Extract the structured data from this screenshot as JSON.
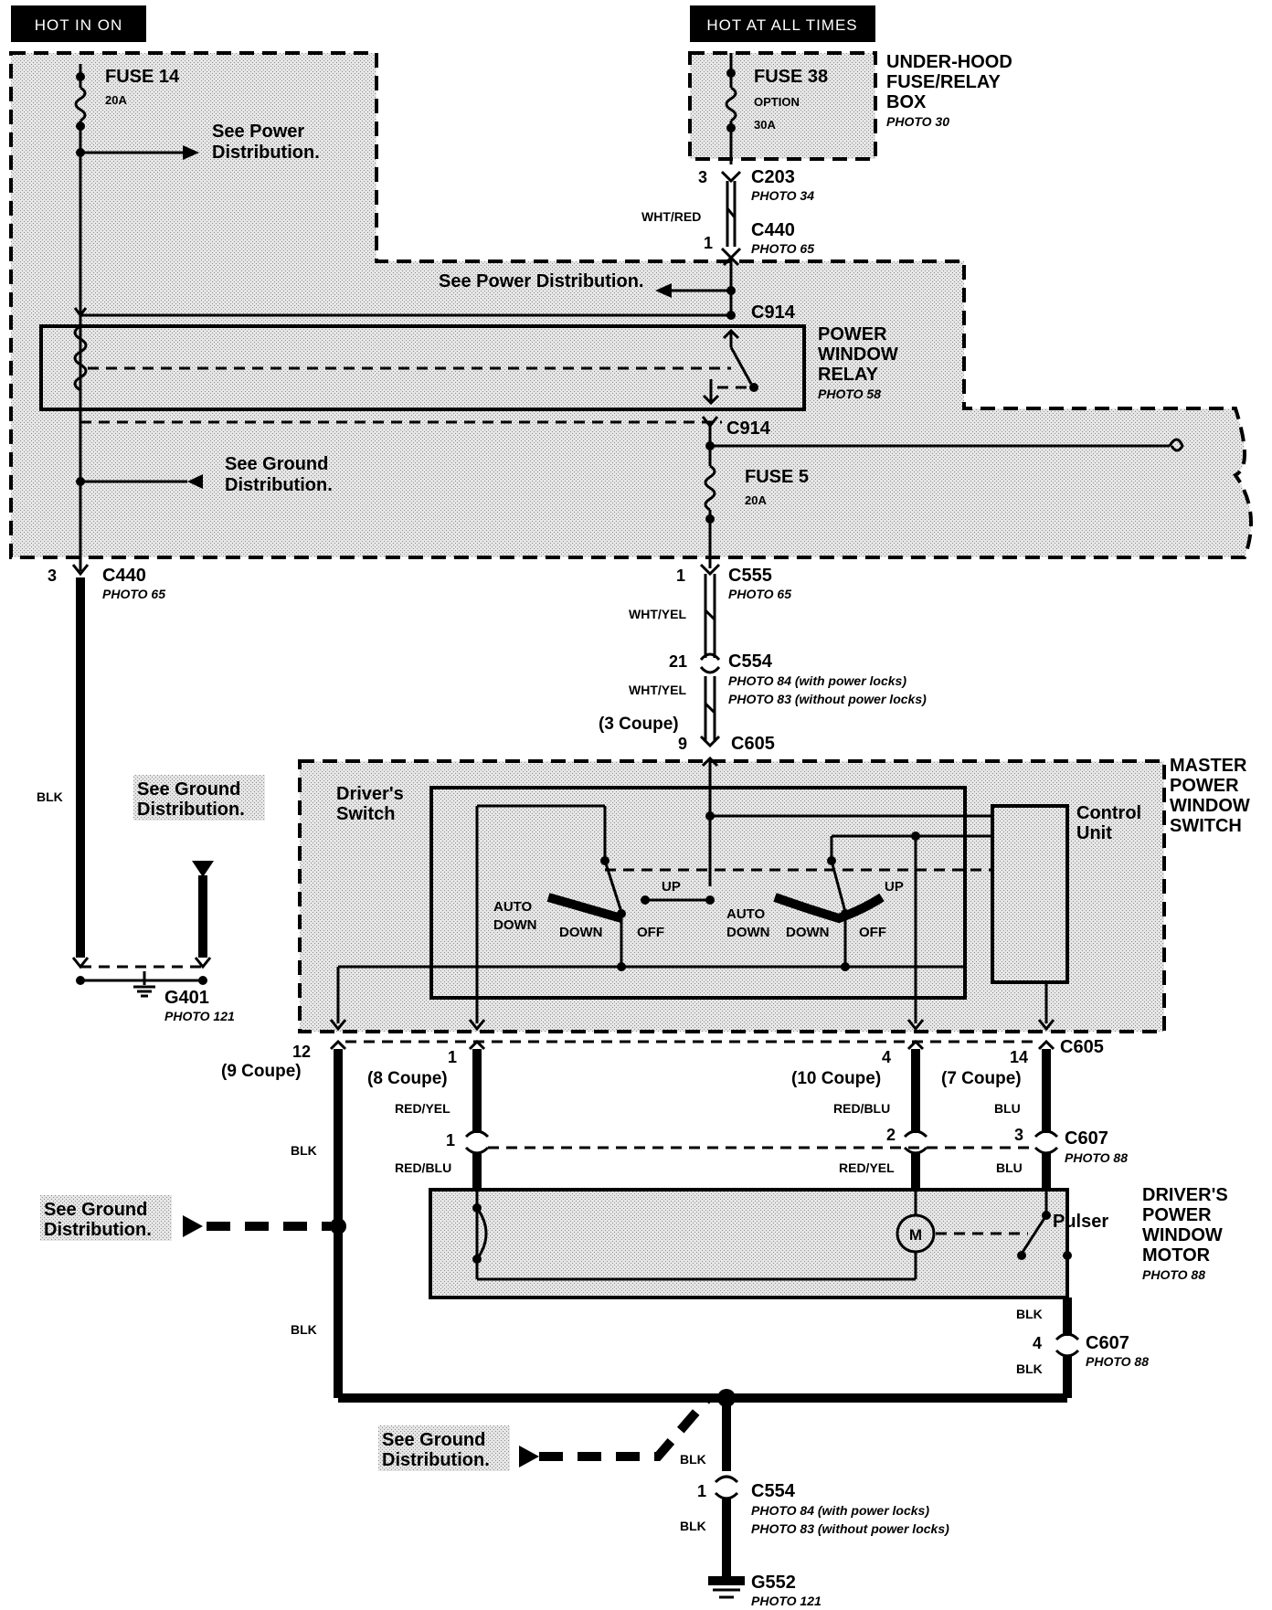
{
  "header": {
    "hot_in_on": "HOT IN ON",
    "hot_at_all_times": "HOT AT ALL TIMES"
  },
  "fuses": {
    "fuse14": "FUSE 14",
    "fuse14_rating": "20A",
    "fuse38": "FUSE 38",
    "fuse38_option": "OPTION",
    "fuse38_rating": "30A",
    "fuse5": "FUSE 5",
    "fuse5_rating": "20A"
  },
  "underhood": {
    "line1": "UNDER-HOOD",
    "line2": "FUSE/RELAY",
    "line3": "BOX",
    "photo": "PHOTO 30"
  },
  "relay": {
    "line1": "POWER",
    "line2": "WINDOW",
    "line3": "RELAY",
    "photo": "PHOTO 58"
  },
  "master": {
    "line1": "MASTER",
    "line2": "POWER",
    "line3": "WINDOW",
    "line4": "SWITCH",
    "drivers_switch_1": "Driver's",
    "drivers_switch_2": "Switch",
    "control_unit_1": "Control",
    "control_unit_2": "Unit",
    "auto": "AUTO",
    "down": "DOWN",
    "off": "OFF",
    "up": "UP"
  },
  "motor": {
    "line1": "DRIVER'S",
    "line2": "POWER",
    "line3": "WINDOW",
    "line4": "MOTOR",
    "photo": "PHOTO 88",
    "pulser": "Pulser",
    "m": "M"
  },
  "notes": {
    "see_power_1": "See Power",
    "see_power_2": "Distribution.",
    "see_power_single": "See Power Distribution.",
    "see_ground_1": "See Ground",
    "see_ground_2": "Distribution."
  },
  "connectors": {
    "c203": "C203",
    "c203_photo": "PHOTO 34",
    "c203_pin": "3",
    "c440_top": "C440",
    "c440_top_photo": "PHOTO 65",
    "c440_top_pin": "1",
    "c914": "C914",
    "c914_b": "C914",
    "c440_left": "C440",
    "c440_left_photo": "PHOTO 65",
    "c440_left_pin": "3",
    "c555": "C555",
    "c555_photo": "PHOTO 65",
    "c555_pin": "1",
    "c554": "C554",
    "c554_pin": "21",
    "c554_photo_a": "PHOTO  84 (with power locks)",
    "c554_photo_b": "PHOTO 83 (without power locks)",
    "c605_top": "C605",
    "c605_top_pin": "9",
    "c605_top_coupe": "(3 Coupe)",
    "g401": "G401",
    "g401_photo": "PHOTO 121",
    "c605_bottom": "C605",
    "pin12": "12",
    "coupe9": "(9 Coupe)",
    "pin1": "1",
    "coupe8": "(8 Coupe)",
    "pin4": "4",
    "coupe10": "(10 Coupe)",
    "pin14": "14",
    "coupe7": "(7 Coupe)",
    "c607": "C607",
    "c607_photo": "PHOTO 88",
    "c607_pin1": "1",
    "c607_pin2": "2",
    "c607_pin3": "3",
    "c607_b": "C607",
    "c607_b_photo": "PHOTO 88",
    "c607_b_pin": "4",
    "c554_b": "C554",
    "c554_b_pin": "1",
    "c554_b_photo_a": "PHOTO  84 (with power locks)",
    "c554_b_photo_b": "PHOTO 83 (without power locks)",
    "g552": "G552",
    "g552_photo": "PHOTO 121"
  },
  "wires": {
    "wht_red": "WHT/RED",
    "wht_yel_1": "WHT/YEL",
    "wht_yel_2": "WHT/YEL",
    "blk_left": "BLK",
    "blk_12": "BLK",
    "blk_lower": "BLK",
    "red_yel": "RED/YEL",
    "red_blu": "RED/BLU",
    "red_blu_2": "RED/BLU",
    "red_yel_2": "RED/YEL",
    "blu": "BLU",
    "blu_2": "BLU",
    "blk_motor": "BLK",
    "blk_motor_2": "BLK",
    "blk_diag": "BLK",
    "blk_bottom": "BLK"
  }
}
